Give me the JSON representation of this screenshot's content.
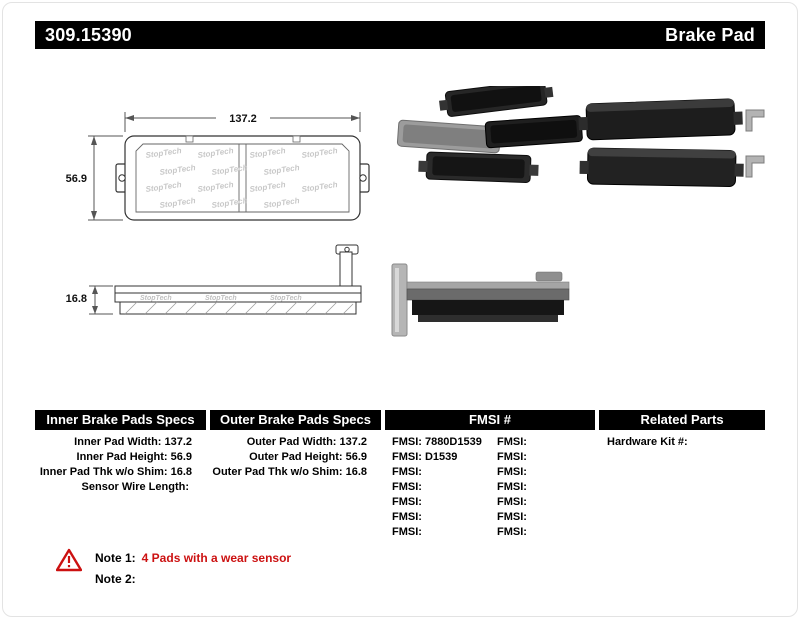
{
  "header": {
    "part_number": "309.15390",
    "product_type": "Brake Pad"
  },
  "diagram": {
    "pad_width": "137.2",
    "pad_height": "56.9",
    "pad_thickness": "16.8",
    "watermark": "StopTech"
  },
  "specs": {
    "inner": {
      "title": "Inner Brake Pads Specs",
      "rows": [
        {
          "label": "Inner Pad Width:",
          "value": "137.2"
        },
        {
          "label": "Inner Pad Height:",
          "value": "56.9"
        },
        {
          "label": "Inner Pad Thk w/o Shim:",
          "value": "16.8"
        },
        {
          "label": "Sensor Wire Length:",
          "value": ""
        }
      ]
    },
    "outer": {
      "title": "Outer Brake Pads Specs",
      "rows": [
        {
          "label": "Outer Pad Width:",
          "value": "137.2"
        },
        {
          "label": "Outer Pad Height:",
          "value": "56.9"
        },
        {
          "label": "Outer Pad Thk w/o Shim:",
          "value": "16.8"
        }
      ]
    },
    "fmsi": {
      "title": "FMSI #",
      "left_rows": [
        {
          "label": "FMSI:",
          "value": "7880D1539"
        },
        {
          "label": "FMSI:",
          "value": "D1539"
        },
        {
          "label": "FMSI:",
          "value": ""
        },
        {
          "label": "FMSI:",
          "value": ""
        },
        {
          "label": "FMSI:",
          "value": ""
        },
        {
          "label": "FMSI:",
          "value": ""
        },
        {
          "label": "FMSI:",
          "value": ""
        }
      ],
      "right_rows": [
        {
          "label": "FMSI:",
          "value": ""
        },
        {
          "label": "FMSI:",
          "value": ""
        },
        {
          "label": "FMSI:",
          "value": ""
        },
        {
          "label": "FMSI:",
          "value": ""
        },
        {
          "label": "FMSI:",
          "value": ""
        },
        {
          "label": "FMSI:",
          "value": ""
        },
        {
          "label": "FMSI:",
          "value": ""
        }
      ]
    },
    "related": {
      "title": "Related Parts",
      "rows": [
        {
          "label": "Hardware Kit #:",
          "value": ""
        }
      ]
    }
  },
  "notes": {
    "note1_label": "Note 1:",
    "note1_text": "4 Pads with a wear sensor",
    "note2_label": "Note 2:",
    "note2_text": ""
  }
}
